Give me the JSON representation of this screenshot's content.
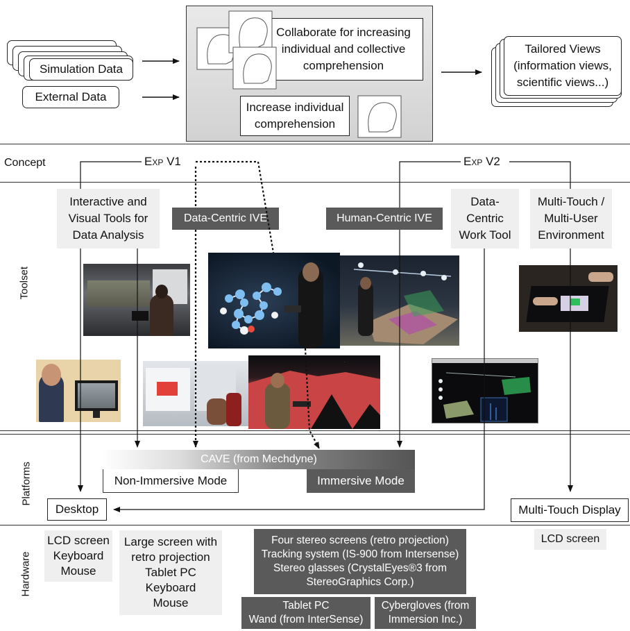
{
  "concept": {
    "inputs": [
      "Simulation Data",
      "External Data"
    ],
    "collab_text": "Collaborate for increasing individual and collective comprehension",
    "individual_text": "Increase individual comprehension",
    "output_text": "Tailored Views (information views, scientific views...)"
  },
  "rows": {
    "concept": "Concept",
    "toolset": "Toolset",
    "platforms": "Platforms",
    "hardware": "Hardware"
  },
  "exp": {
    "v1": "Exp V1",
    "v2": "Exp V2"
  },
  "toolset": {
    "interactive_tools": "Interactive and Visual Tools for Data Analysis",
    "data_centric_ive": "Data-Centric IVE",
    "human_centric_ive": "Human-Centric IVE",
    "data_centric_work_tool": "Data-Centric Work Tool",
    "multitouch_env": "Multi-Touch / Multi-User Environment"
  },
  "platforms": {
    "cave": "CAVE (from Mechdyne)",
    "non_immersive": "Non-Immersive Mode",
    "immersive": "Immersive Mode",
    "desktop": "Desktop",
    "multitouch_display": "Multi-Touch Display"
  },
  "hardware": {
    "desktop_hw": [
      "LCD screen",
      "Keyboard",
      "Mouse"
    ],
    "large_screen_hw": [
      "Large screen with",
      "retro projection",
      "Tablet PC",
      "Keyboard",
      "Mouse"
    ],
    "cave_hw": [
      "Four stereo screens (retro projection)",
      "Tracking system (IS-900 from Intersense)",
      "Stereo glasses (CrystalEyes®3 from",
      "StereoGraphics Corp.)"
    ],
    "tablet_hw": [
      "Tablet PC",
      "Wand (from InterSense)"
    ],
    "gloves_hw": [
      "Cybergloves (from",
      "Immersion Inc.)"
    ],
    "multitouch_hw": "LCD screen"
  },
  "colors": {
    "gray_panel": "#dcdcdc",
    "light_box": "#efefef",
    "dark_box": "#5a5a5a"
  }
}
